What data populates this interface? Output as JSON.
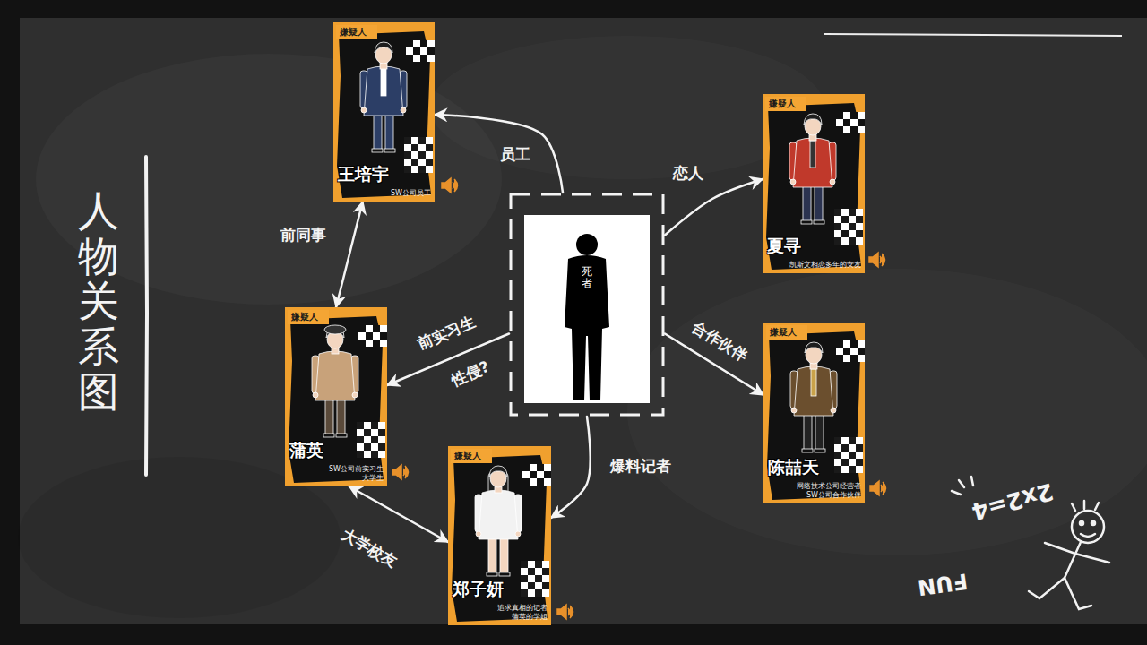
{
  "diagram": {
    "title": "人物关系图",
    "nodes": [
      {
        "text": [
          "嫌疑人",
          "王培宇",
          "SW公司员工"
        ]
      },
      {
        "text": [
          "嫌疑人",
          "夏寻",
          "凯斯文相恋多年的女友"
        ]
      },
      {
        "text": [
          "死者"
        ]
      },
      {
        "text": [
          "嫌疑人",
          "蒲英",
          "SW公司前实习生 大学生"
        ]
      },
      {
        "text": [
          "嫌疑人",
          "陈喆天",
          "网络技术公司经营者 SW公司合作伙伴"
        ]
      },
      {
        "text": [
          "嫌疑人",
          "郑子妍",
          "追求真相的记者 蒲英的学姐"
        ]
      }
    ],
    "edges": [
      {
        "from": 2,
        "to": 0,
        "arrow": "to",
        "label": "员工"
      },
      {
        "from": 2,
        "to": 1,
        "arrow": "to",
        "label": "恋人"
      },
      {
        "from": 2,
        "to": 4,
        "arrow": "to",
        "label": "合作伙伴"
      },
      {
        "from": 2,
        "to": 3,
        "arrow": "to",
        "label": "前实习生"
      },
      {
        "from": 2,
        "to": 5,
        "arrow": "to",
        "label": "爆料记者"
      },
      {
        "from": 0,
        "to": 3,
        "arrow": "both",
        "label": "前同事"
      },
      {
        "from": 3,
        "to": 5,
        "arrow": "both",
        "label": "大学校友"
      }
    ],
    "labels": [
      "性侵?",
      "2x2=4",
      "FUN"
    ]
  }
}
